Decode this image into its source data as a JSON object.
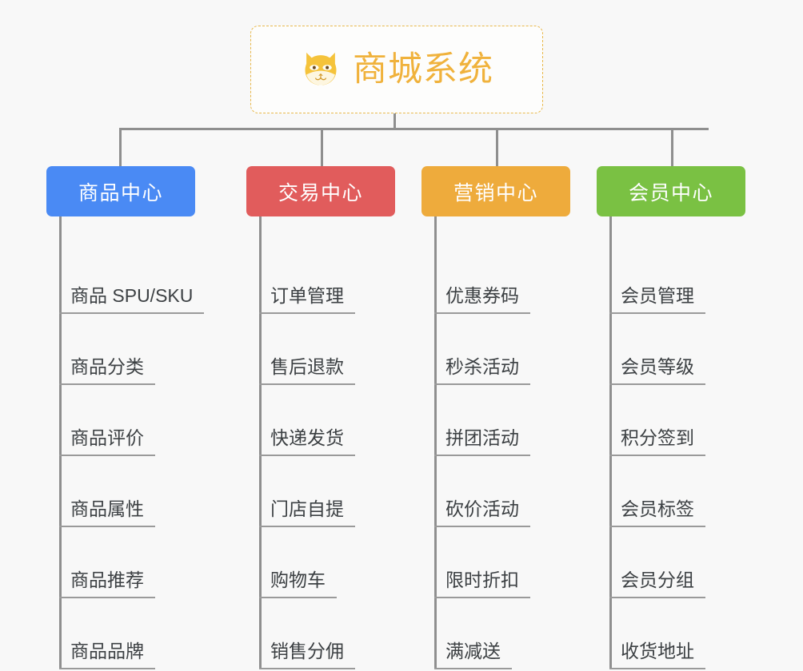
{
  "background_color": "#f8f8f8",
  "root": {
    "title": "商城系统",
    "icon": "shiba-dog-face-icon",
    "text_color": "#f0b23c",
    "border_color": "#e8b84b"
  },
  "connector_color": "#8f8f8f",
  "leaf_text_color": "#3c4043",
  "leaf_underline_color": "#9a9a9a",
  "columns": [
    {
      "label": "商品中心",
      "color": "#4a8af4",
      "items": [
        "商品 SPU/SKU",
        "商品分类",
        "商品评价",
        "商品属性",
        "商品推荐",
        "商品品牌"
      ]
    },
    {
      "label": "交易中心",
      "color": "#e15c5c",
      "items": [
        "订单管理",
        "售后退款",
        "快递发货",
        "门店自提",
        "购物车",
        "销售分佣"
      ]
    },
    {
      "label": "营销中心",
      "color": "#eeab3c",
      "items": [
        "优惠券码",
        "秒杀活动",
        "拼团活动",
        "砍价活动",
        "限时折扣",
        "满减送"
      ]
    },
    {
      "label": "会员中心",
      "color": "#77c councils"
    }
  ]
}
